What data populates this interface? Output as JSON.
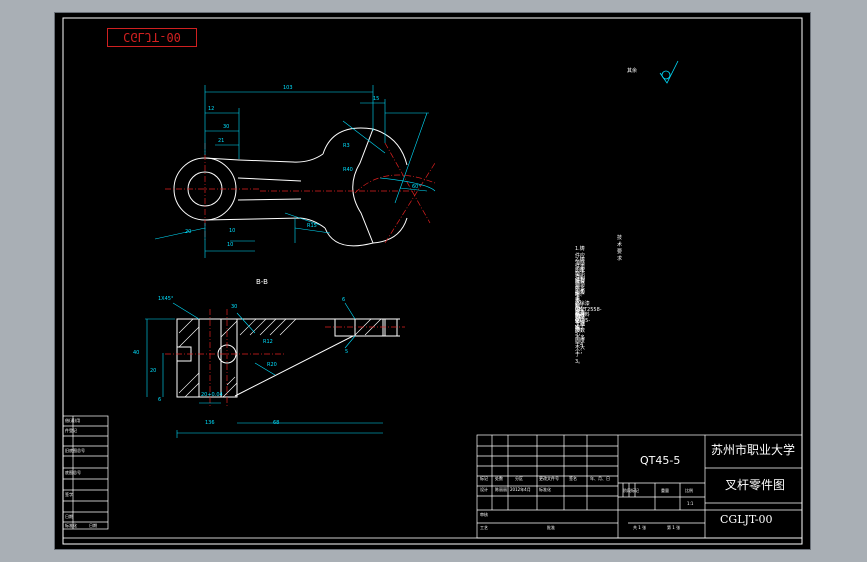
{
  "stamp": "CGLJT-00",
  "surface_finish_label": "其余",
  "section_label": "B-B",
  "dimensions": {
    "top_overall": "103",
    "left_12": "12",
    "left_30": "30",
    "left_21": "21",
    "right_15": "15",
    "right_r3": "R3",
    "mid_r40": "R40",
    "angle_60": "60°",
    "bot_20": "20",
    "bot_10": "10",
    "bot_10b": "10",
    "arc_r15": "R15",
    "sec_chamfer": "1X45°",
    "sec_30": "30",
    "sec_6": "6",
    "sec_40": "40",
    "sec_20": "20",
    "sec_hole": "20+0.04",
    "sec_136": "136",
    "sec_68": "68",
    "sec_r12": "R12",
    "sec_r20": "R20",
    "sec_5": "5",
    "sec_6b": "6"
  },
  "tech_requirements": {
    "heading": "技术要求",
    "items": [
      "1.铸件应消除内应力；",
      "2.铸件表面不得有砂眼、夹杂、裂纹等缺陷；",
      "3.未注明铸造圆角半径，其直径不大于5，圆度不大于3。",
      "撕裂不多于20，因个铸件上连接数不多于4个；",
      "4.去毛刺，锐边倒钝；",
      "5.涂漆GB/T2558-81；",
      "6.材料QT45-5。"
    ]
  },
  "left_strip": [
    "借(通)用",
    "件登记",
    "",
    "旧底图总号",
    "",
    "底图总号",
    "",
    "签字",
    "",
    "日期",
    "",
    "标准化",
    "日期"
  ],
  "title_block": {
    "material": "QT45-5",
    "school": "苏州市职业大学",
    "part_name": "叉杆零件图",
    "drawing_no": "CGLJT-00",
    "rev_headers": [
      "标记",
      "处数",
      "分区",
      "更改文件号",
      "签名",
      "年、月、日"
    ],
    "row_design": [
      "设计",
      "陈丽丽",
      "2012年4月",
      "标准化"
    ],
    "stage_headers": [
      "阶段标记",
      "重量",
      "比例"
    ],
    "scale": "1:1",
    "row_review": "审核",
    "row_process": "工艺",
    "approve": "批准",
    "sheets": "共 1 张",
    "sheet_no": "第 1 张"
  },
  "colors": {
    "outline": "#ffffff",
    "dimension": "#00e0ff",
    "center": "#e02020",
    "hatch": "#ffffff",
    "paper": "#000000",
    "stamp": "#d02020"
  }
}
